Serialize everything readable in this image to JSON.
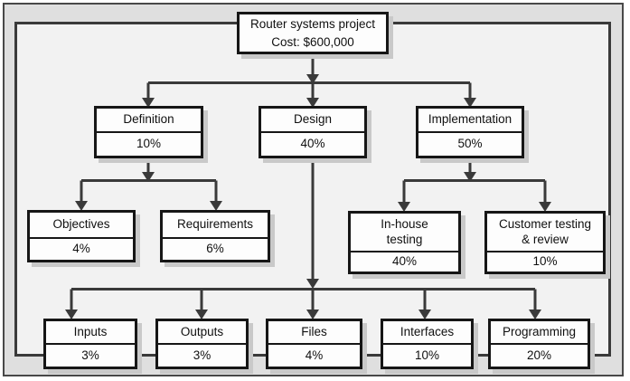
{
  "wbs": {
    "root": {
      "line1": "Router systems project",
      "line2": "Cost: $600,000"
    },
    "phases": [
      {
        "label": "Definition",
        "value": "10%"
      },
      {
        "label": "Design",
        "value": "40%"
      },
      {
        "label": "Implementation",
        "value": "50%"
      }
    ],
    "definition_children": [
      {
        "label": "Objectives",
        "value": "4%"
      },
      {
        "label": "Requirements",
        "value": "6%"
      }
    ],
    "implementation_children": [
      {
        "line1": "In-house",
        "line2": "testing",
        "value": "40%"
      },
      {
        "line1": "Customer testing",
        "line2": "& review",
        "value": "10%"
      }
    ],
    "design_children": [
      {
        "label": "Inputs",
        "value": "3%"
      },
      {
        "label": "Outputs",
        "value": "3%"
      },
      {
        "label": "Files",
        "value": "4%"
      },
      {
        "label": "Interfaces",
        "value": "10%"
      },
      {
        "label": "Programming",
        "value": "20%"
      }
    ],
    "palette": {
      "connector_line": "#3a3a3a",
      "box_border": "#161616",
      "box_fill": "#fdfdfd",
      "inner_background": "#f2f2f2",
      "margin_background": "#dfdfdf",
      "shadow": "#c9c9c9"
    }
  }
}
